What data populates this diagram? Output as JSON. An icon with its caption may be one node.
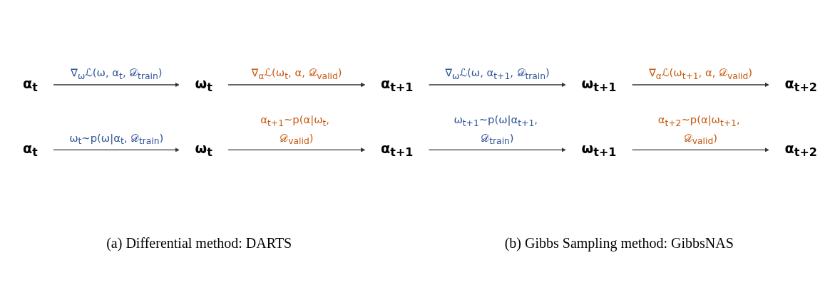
{
  "diagram": {
    "nodes": [
      {
        "text": [
          "α$_{t}$"
        ]
      },
      {
        "text": [
          "ω$_{t}$"
        ]
      },
      {
        "text": [
          "α$_{t+1}$"
        ]
      },
      {
        "text": [
          "ω$_{t+1}$"
        ]
      },
      {
        "text": [
          "α$_{t+2}$"
        ]
      },
      {
        "text": [
          "α$_{t}$"
        ]
      },
      {
        "text": [
          "ω$_{t}$"
        ]
      },
      {
        "text": [
          "α$_{t+1}$"
        ]
      },
      {
        "text": [
          "ω$_{t+1}$"
        ]
      },
      {
        "text": [
          "α$_{t+2}$"
        ]
      }
    ],
    "edges": [
      {
        "from": 0,
        "to": 1,
        "arrow": "to",
        "label": "∇$_{ω}$ℒ(ω, α$_{t}$, 𝒟$_{train}$)"
      },
      {
        "from": 1,
        "to": 2,
        "arrow": "to",
        "label": "∇$_{α}$ℒ(ω$_{t}$, α, 𝒟$_{valid}$)"
      },
      {
        "from": 2,
        "to": 3,
        "arrow": "to",
        "label": "∇$_{ω}$ℒ(ω, α$_{t+1}$, 𝒟$_{train}$)"
      },
      {
        "from": 3,
        "to": 4,
        "arrow": "to",
        "label": "∇$_{α}$ℒ(ω$_{t+1}$, α, 𝒟$_{valid}$)"
      },
      {
        "from": 5,
        "to": 6,
        "arrow": "to",
        "label": "ω$_{t}$~p(ω|α$_{t}$, 𝒟$_{train}$)"
      },
      {
        "from": 6,
        "to": 7,
        "arrow": "to",
        "label": "α$_{t+1}$~p(α|ω$_{t}$, 𝒟$_{valid}$)"
      },
      {
        "from": 7,
        "to": 8,
        "arrow": "to",
        "label": "ω$_{t+1}$~p(ω|α$_{t+1}$, 𝒟$_{train}$)"
      },
      {
        "from": 8,
        "to": 9,
        "arrow": "to",
        "label": "α$_{t+2}$~p(α|ω$_{t+1}$, 𝒟$_{valid}$)"
      }
    ],
    "labels": [
      "(a) Differential method: DARTS",
      "(b) Gibbs Sampling method: GibbsNAS"
    ]
  }
}
